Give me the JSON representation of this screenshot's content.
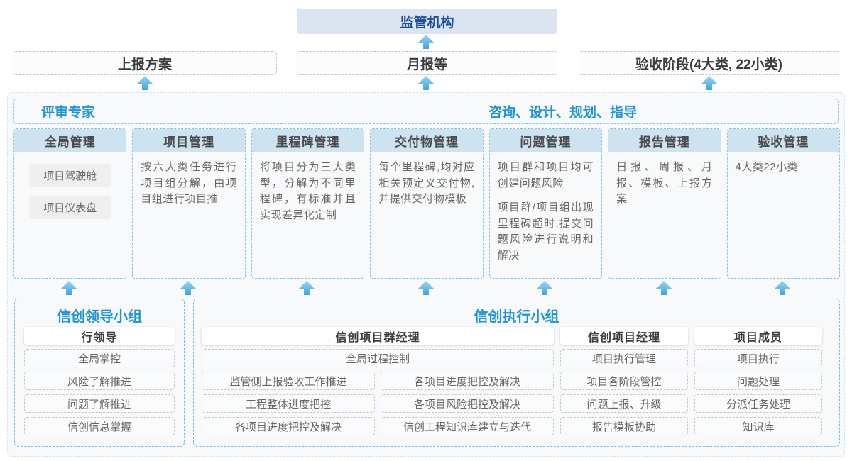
{
  "colors": {
    "accent_blue": "#2095d5",
    "navy_text": "#1b4f9a",
    "regulator_fill": "#dbe5f1",
    "column_header_fill": "#cde3f0",
    "dashed_blue_border": "#7fc3e9",
    "arrow_blue": "#3da3dc",
    "panel_background": "#f7f9fa"
  },
  "top": {
    "regulator": "监管机构"
  },
  "stages": [
    "上报方案",
    "月报等",
    "验收阶段(4大类, 22小类)"
  ],
  "panel": {
    "expert_title": "评审专家",
    "advisory_title": "咨询、设计、规划、指导",
    "columns": [
      {
        "title": "全局管理",
        "pills": [
          "项目驾驶舱",
          "项目仪表盘"
        ]
      },
      {
        "title": "项目管理",
        "paragraphs": [
          "按六大类任务进行项目组分解，由项目组进行项目推"
        ]
      },
      {
        "title": "里程碑管理",
        "paragraphs": [
          "将项目分为三大类型，分解为不同里程碑，有标准并且实现差异化定制"
        ]
      },
      {
        "title": "交付物管理",
        "paragraphs": [
          "每个里程碑,均对应相关预定义交付物,并提供交付物模板"
        ]
      },
      {
        "title": "问题管理",
        "paragraphs": [
          "项目群和项目均可创建问题风险",
          "项目群/项目组出现里程碑超时,提交问题风险进行说明和解决"
        ]
      },
      {
        "title": "报告管理",
        "paragraphs": [
          "日报、周报、月报、模板、上报方案"
        ]
      },
      {
        "title": "验收管理",
        "paragraphs": [
          "4大类22小类"
        ]
      }
    ]
  },
  "bottom": {
    "lead_group": {
      "title": "信创领导小组",
      "role": "行领导",
      "items": [
        "全局掌控",
        "风险了解推进",
        "问题了解推进",
        "信创信息掌握"
      ]
    },
    "exec_group": {
      "title": "信创执行小组",
      "program_manager": {
        "role": "信创项目群经理",
        "full_item": "全局过程控制",
        "left_items": [
          "监管侧上报验收工作推进",
          "工程整体进度把控",
          "各项目进度把控及解决"
        ],
        "right_items": [
          "各项目进度把控及解决",
          "各项目风险把控及解决",
          "信创工程知识库建立与迭代"
        ]
      },
      "project_manager": {
        "role": "信创项目经理",
        "items": [
          "项目执行管理",
          "项目各阶段管控",
          "问题上报、升级",
          "报告模板协助"
        ]
      },
      "member": {
        "role": "项目成员",
        "items": [
          "项目执行",
          "问题处理",
          "分派任务处理",
          "知识库"
        ]
      }
    }
  }
}
